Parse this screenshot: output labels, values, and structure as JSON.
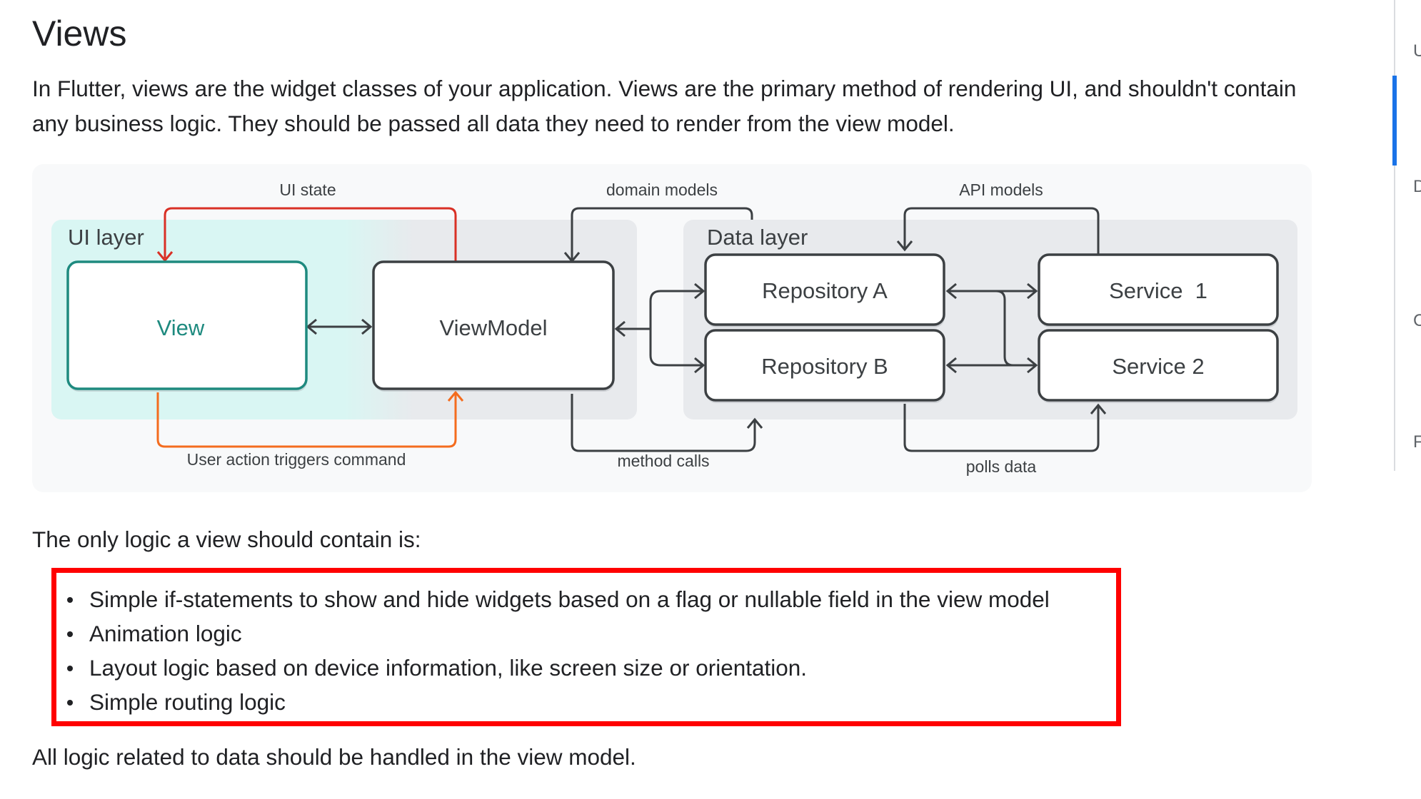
{
  "heading": "Views",
  "intro": "In Flutter, views are the widget classes of your application. Views are the primary method of rendering UI, and shouldn't contain any business logic. They should be passed all data they need to render from the view model.",
  "diagram": {
    "ui_layer_label": "UI layer",
    "data_layer_label": "Data layer",
    "view": "View",
    "viewmodel": "ViewModel",
    "repository_a": "Repository A",
    "repository_b": "Repository B",
    "service_1": "Service  1",
    "service_2": "Service 2",
    "ui_state": "UI state",
    "domain_models": "domain models",
    "api_models": "API models",
    "user_action": "User action triggers command",
    "method_calls": "method calls",
    "polls_data": "polls data",
    "colors": {
      "ui_layer_bg": "#d9f6f3",
      "data_layer_bg": "#e8eaed",
      "view_border": "#1e8a7f",
      "view_text": "#1e8a7f",
      "ui_state_arrow": "#d93025",
      "user_action_arrow": "#f46c1e",
      "neutral_arrow": "#3c4043"
    }
  },
  "only_logic_intro": "The only logic a view should contain is:",
  "logic_items": [
    "Simple if-statements to show and hide widgets based on a flag or nullable field in the view model",
    "Animation logic",
    "Layout logic based on device information, like screen size or orientation.",
    "Simple routing logic"
  ],
  "closing": "All logic related to data should be handled in the view model.",
  "toc_letters": [
    "U",
    "D",
    "C",
    "F"
  ]
}
